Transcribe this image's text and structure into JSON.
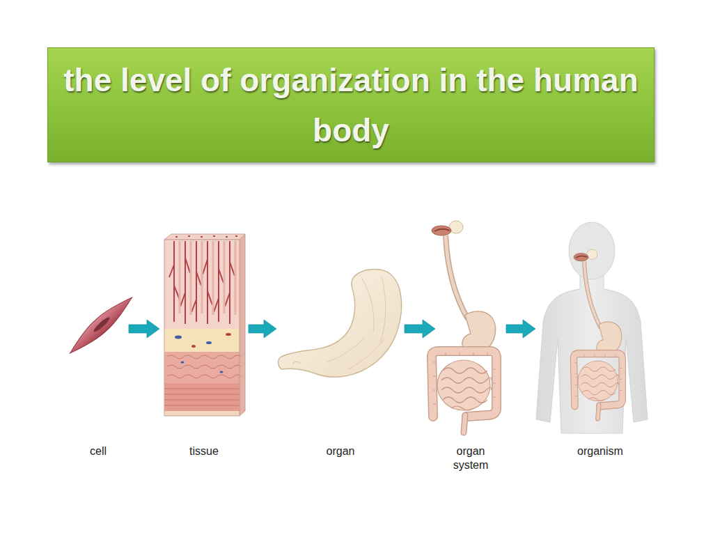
{
  "diagram": {
    "title": "the level of organization in the human body",
    "nodes": [
      {
        "text": [
          "cell"
        ]
      },
      {
        "text": [
          "tissue"
        ]
      },
      {
        "text": [
          "organ"
        ]
      },
      {
        "text": [
          "organ system"
        ]
      },
      {
        "text": [
          "organism"
        ]
      }
    ],
    "edges": [
      {
        "from": 0,
        "to": 1,
        "arrow": "to"
      },
      {
        "from": 1,
        "to": 2,
        "arrow": "to"
      },
      {
        "from": 2,
        "to": 3,
        "arrow": "to"
      },
      {
        "from": 3,
        "to": 4,
        "arrow": "to"
      }
    ]
  }
}
